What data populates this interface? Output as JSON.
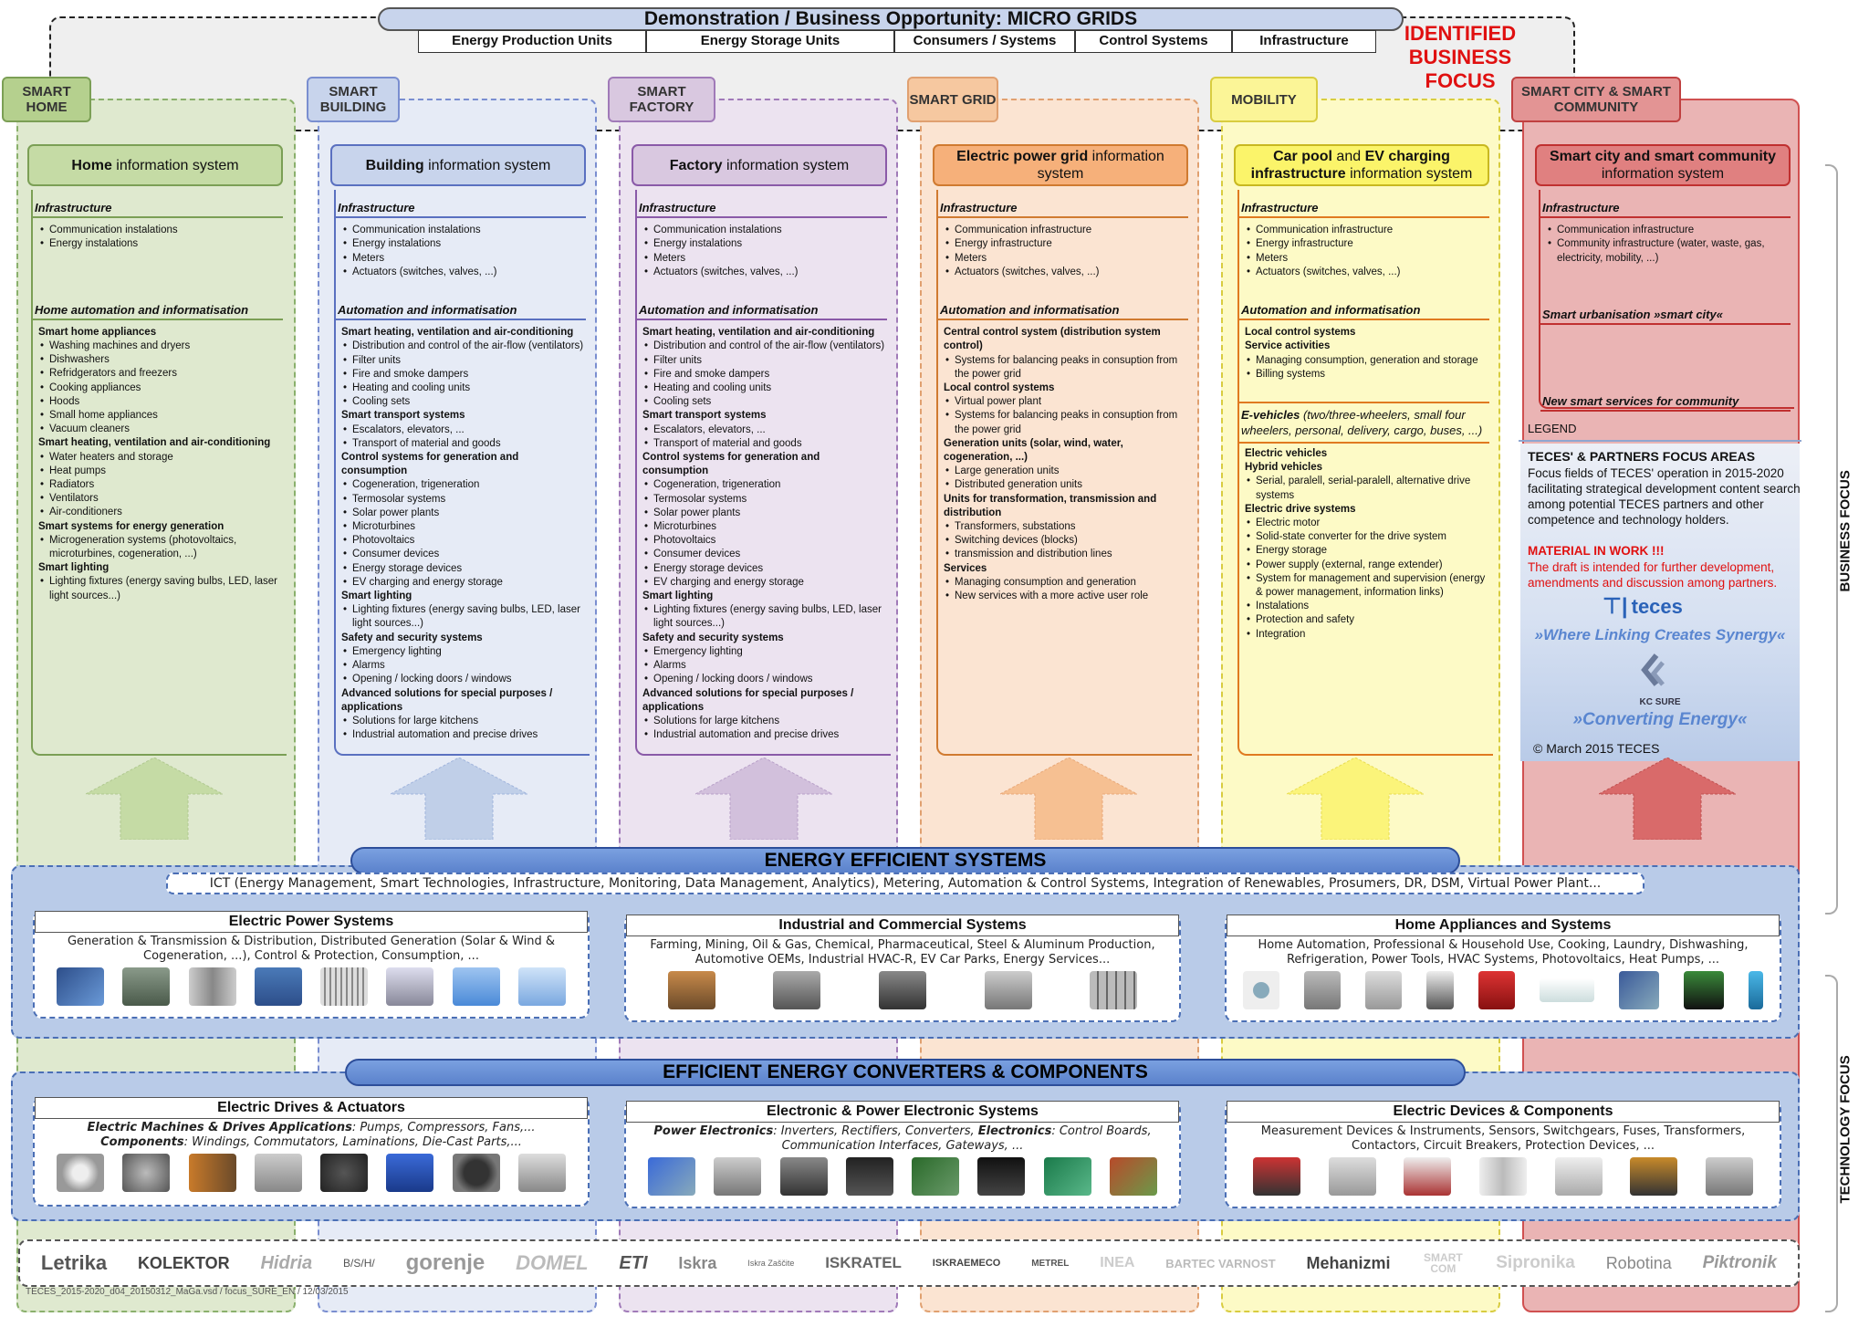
{
  "header": {
    "title": "Demonstration / Business Opportunity: MICRO GRIDS",
    "tabs": [
      "Energy Production Units",
      "Energy Storage Units",
      "Consumers / Systems",
      "Control Systems",
      "Infrastructure"
    ],
    "identified": "IDENTIFIED BUSINESS FOCUS"
  },
  "colors": {
    "home": "#c5dba5",
    "building": "#c8d4ec",
    "factory": "#d9c8e0",
    "grid": "#f6c8a0",
    "mobility": "#fbf597",
    "city": "#e39494",
    "band": "#b9cbe8"
  },
  "columns": {
    "home": {
      "cat": "SMART HOME",
      "title_b": "Home",
      "title_r": " information system",
      "infra_h": "Infrastructure",
      "infra": [
        "Communication instalations",
        "Energy instalations"
      ],
      "auto_h": "Home automation and informatisation",
      "g1": "Smart home appliances",
      "g1i": [
        "Washing machines and dryers",
        "Dishwashers",
        "Refridgerators and freezers",
        "Cooking appliances",
        "Hoods",
        "Small home appliances",
        "Vacuum cleaners"
      ],
      "g2": "Smart heating, ventilation and air-conditioning",
      "g2i": [
        "Water heaters and storage",
        "Heat pumps",
        "Radiators",
        "Ventilators",
        "Air-conditioners"
      ],
      "g3": "Smart systems for energy generation",
      "g3i": [
        "Microgeneration systems (photovoltaics, microturbines, cogeneration, ...)"
      ],
      "g4": "Smart lighting",
      "g4i": [
        "Lighting fixtures (energy saving bulbs, LED, laser light sources...)"
      ]
    },
    "building": {
      "cat": "SMART BUILDING",
      "title_b": "Building",
      "title_r": " information system",
      "infra_h": "Infrastructure",
      "infra": [
        "Communication instalations",
        "Energy instalations",
        "Meters",
        "Actuators (switches, valves, ...)"
      ],
      "auto_h": "Automation and informatisation",
      "g1": "Smart heating, ventilation and air-conditioning",
      "g1i": [
        "Distribution and control of the air-flow (ventilators)",
        "Filter units",
        "Fire and smoke dampers",
        "Heating and cooling units",
        "Cooling sets"
      ],
      "g2": "Smart transport systems",
      "g2i": [
        "Escalators, elevators, ...",
        "Transport of material and goods"
      ],
      "g3": "Control systems for generation and consumption",
      "g3i": [
        "Cogeneration, trigeneration",
        "Termosolar systems",
        "Solar power plants",
        "Microturbines",
        "Photovoltaics",
        "Consumer devices",
        "Energy storage devices",
        "EV charging and energy storage"
      ],
      "g4": "Smart lighting",
      "g4i": [
        "Lighting fixtures (energy saving bulbs, LED, laser light sources...)"
      ],
      "g5": "Safety and security systems",
      "g5i": [
        "Emergency lighting",
        "Alarms",
        "Opening / locking doors / windows"
      ],
      "g6": "Advanced solutions for special purposes / applications",
      "g6i": [
        "Solutions for large kitchens",
        "Industrial automation and precise drives"
      ]
    },
    "factory": {
      "cat": "SMART FACTORY",
      "title_b": "Factory",
      "title_r": " information system",
      "infra_h": "Infrastructure",
      "infra": [
        "Communication instalations",
        "Energy instalations",
        "Meters",
        "Actuators (switches, valves, ...)"
      ],
      "auto_h": "Automation and informatisation",
      "g1": "Smart heating, ventilation and air-conditioning",
      "g1i": [
        "Distribution and control of the air-flow (ventilators)",
        "Filter units",
        "Fire and smoke dampers",
        "Heating and cooling units",
        "Cooling sets"
      ],
      "g2": "Smart transport systems",
      "g2i": [
        "Escalators, elevators, ...",
        "Transport of material and goods"
      ],
      "g3": "Control systems for generation and consumption",
      "g3i": [
        "Cogeneration, trigeneration",
        "Termosolar systems",
        "Solar power plants",
        "Microturbines",
        "Photovoltaics",
        "Consumer devices",
        "Energy storage devices",
        "EV charging and energy storage"
      ],
      "g4": "Smart lighting",
      "g4i": [
        "Lighting fixtures (energy saving bulbs, LED, laser light sources...)"
      ],
      "g5": "Safety and security systems",
      "g5i": [
        "Emergency lighting",
        "Alarms",
        "Opening / locking doors / windows"
      ],
      "g6": "Advanced solutions for special purposes / applications",
      "g6i": [
        "Solutions for large kitchens",
        "Industrial automation and precise drives"
      ]
    },
    "grid": {
      "cat": "SMART GRID",
      "title_b": "Electric power grid",
      "title_r": " information system",
      "infra_h": "Infrastructure",
      "infra": [
        "Communication infrastructure",
        "Energy infrastructure",
        "Meters",
        "Actuators (switches, valves, ...)"
      ],
      "auto_h": "Automation and informatisation",
      "g1": "Central control system (distribution system control)",
      "g1i": [
        "Systems for balancing peaks in consuption from the power grid"
      ],
      "g2": "Local control systems",
      "g2i": [
        "Virtual power plant",
        "Systems for balancing peaks in consuption from the power grid"
      ],
      "g3": "Generation units (solar, wind, water, cogeneration, ...)",
      "g3i": [
        "Large generation units",
        "Distributed generation units"
      ],
      "g4": "Units for transformation, transmission and distribution",
      "g4i": [
        "Transformers, substations",
        "Switching devices (blocks)",
        "transmission and distribution lines"
      ],
      "g5": "Services",
      "g5i": [
        "Managing consumption and generation",
        "New services with a more active user role"
      ]
    },
    "mobility": {
      "cat": "MOBILITY",
      "title_b": "Car pool",
      "title_m": " and ",
      "title_b2": "EV charging infrastructure",
      "title_r": " information system",
      "infra_h": "Infrastructure",
      "infra": [
        "Communication infrastructure",
        "Energy infrastructure",
        "Meters",
        "Actuators (switches, valves, ...)"
      ],
      "auto_h": "Automation and informatisation",
      "g1": "Local control systems",
      "g1b": "Service activities",
      "g1i": [
        "Managing consumption, generation and storage",
        "Billing systems"
      ],
      "ev_h": "E-vehicles",
      "ev_r": " (two/three-wheelers, small four wheelers, personal, delivery, cargo, buses, ...)",
      "g2": "Electric vehicles",
      "g3": "Hybrid vehicles",
      "g3i": [
        "Serial, paralell, serial-paralell, alternative drive systems"
      ],
      "g4": "Electric drive systems",
      "g4i": [
        "Electric motor",
        "Solid-state converter for the drive system",
        "Energy storage",
        "Power supply (external, range extender)",
        "System for management and supervision (energy & power management, information links)",
        "Instalations",
        "Protection and safety",
        "Integration"
      ]
    },
    "city": {
      "cat": "SMART CITY & SMART COMMUNITY",
      "title_b": "Smart city and smart community",
      "title_r": " information system",
      "infra_h": "Infrastructure",
      "infra": [
        "Communication infrastructure",
        "Community infrastructure (water, waste, gas, electricity, mobility, ...)"
      ],
      "h2": "Smart urbanisation »smart city«",
      "h3": "New smart services for community"
    }
  },
  "legend": {
    "label": "LEGEND",
    "focus": "TECES' & PARTNERS FOCUS AREAS",
    "desc": "Focus fields of TECES' operation in 2015-2020 facilitating strategical development content search among potential TECES partners and other competence and technology holders.",
    "warn": "MATERIAL IN WORK !!!",
    "warn2": "The draft is intended for further development, amendments and discussion among partners.",
    "logo1": "teces",
    "slogan1": "»Where Linking Creates Synergy«",
    "logo2": "KC SURE",
    "slogan2": "»Converting Energy«",
    "date": "© March 2015 TECES"
  },
  "side": {
    "business": "BUSINESS FOCUS",
    "technology": "TECHNOLOGY FOCUS"
  },
  "ees": {
    "title": "ENERGY EFFICIENT SYSTEMS",
    "ict": "ICT (Energy Management, Smart Technologies, Infrastructure, Monitoring, Data Management, Analytics), Metering, Automation & Control Systems, Integration of Renewables, Prosumers, DR, DSM, Virtual Power Plant...",
    "boxes": [
      {
        "title": "Electric Power Systems",
        "text": "Generation & Transmission & Distribution, Distributed Generation (Solar & Wind & Cogeneration, ...), Control & Protection, Consumption, ..."
      },
      {
        "title": "Industrial and Commercial Systems",
        "text": "Farming, Mining, Oil & Gas, Chemical, Pharmaceutical, Steel & Aluminum Production, Automotive OEMs, Industrial HVAC-R, EV Car Parks, Energy Services..."
      },
      {
        "title": "Home Appliances and Systems",
        "text": "Home Automation, Professional & Household Use, Cooking, Laundry, Dishwashing, Refrigeration, Power Tools, HVAC Systems, Photovoltaics, Heat Pumps, ..."
      }
    ]
  },
  "eec": {
    "title": "EFFICIENT ENERGY CONVERTERS & COMPONENTS",
    "boxes": [
      {
        "title": "Electric Drives & Actuators",
        "b1": "Electric Machines & Drives Applications",
        "t1": ": Pumps, Compressors, Fans,...",
        "b2": "Components",
        "t2": ": Windings, Commutators, Laminations, Die-Cast Parts,..."
      },
      {
        "title": "Electronic & Power Electronic Systems",
        "b1": "Power Electronics",
        "t1": ": Inverters, Rectifiers, Converters, ",
        "b2": "Electronics",
        "t2": ": Control Boards, Communication Interfaces, Gateways, ..."
      },
      {
        "title": "Electric Devices & Components",
        "text": "Measurement Devices & Instruments, Sensors, Switchgears, Fuses, Transformers, Contactors, Circuit Breakers, Protection Devices, ..."
      }
    ]
  },
  "logos": [
    "Letrika",
    "KOLEKTOR",
    "Hidria",
    "B/S/H/",
    "gorenje",
    "DOMEL",
    "ETI",
    "Iskra",
    "Iskra Zaščite",
    "ISKRATEL",
    "ISKRAEMECO",
    "METREL",
    "INEA",
    "BARTEC VARNOST",
    "Mehanizmi",
    "SMART COM",
    "Sipronika",
    "Robotina",
    "Piktronik"
  ],
  "footer": "TECES_2015-2020_d04_20150312_MaGa.vsd / focus_SURE_EN / 12/03/2015"
}
